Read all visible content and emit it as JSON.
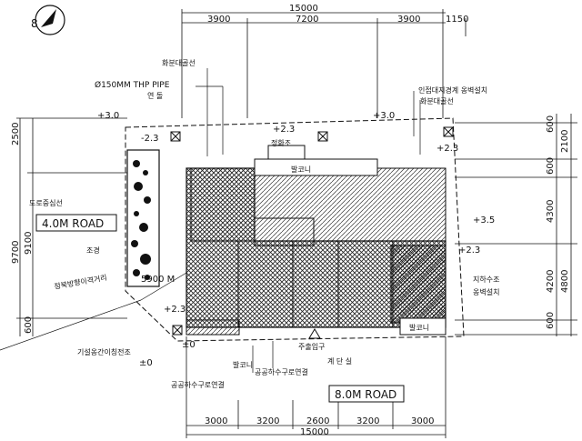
{
  "dimensions": {
    "top_total": "15000",
    "top_segments": [
      "3900",
      "7200",
      "3900",
      "1150"
    ],
    "bottom_total": "15000",
    "bottom_segments": [
      "3000",
      "3200",
      "2600",
      "3200",
      "3000"
    ],
    "left_total": "9700",
    "left_segments": [
      "2500",
      "9100",
      "600"
    ],
    "right_segments": [
      "600",
      "2100",
      "600",
      "4300",
      "4200",
      "4800",
      "600"
    ]
  },
  "roads": {
    "left": "4.0M ROAD",
    "bottom": "8.0M ROAD"
  },
  "levels": {
    "top_left": "+3.0",
    "top_mid": "+3.0",
    "left_upper": "-2.3",
    "top_center": "+2.3",
    "right_upper": "+2.3",
    "right_mid": "+3.5",
    "right_lower": "+2.3",
    "left_lower": "+2.3",
    "bottom_left_a": "±0",
    "bottom_left_b": "±0"
  },
  "labels": {
    "pipe": "Ø150MM THP PIPE",
    "boundary_tr": "인접대지경계 옹벽설치",
    "boundary_rock": "화분대골선",
    "septic": "정화조",
    "balcony_top": "발코니",
    "balcony_bottom_right": "발코니",
    "balcony_bottom": "발코니",
    "road_center": "도로중심선",
    "landscape": "조경",
    "setback_line": "정북방향이격거리",
    "dist_label": "5900 M",
    "existing_line": "기설옹간이칭전조",
    "sewer_left": "공공하수구로연결",
    "sewer_mid": "공공하수구로연결",
    "entrance": "주출입구",
    "stairs": "계 단 실",
    "wall_note_1": "지하수조",
    "wall_note_2": "옹벽설치",
    "retaining": "화분대골선",
    "setback_top": "연 돌"
  }
}
